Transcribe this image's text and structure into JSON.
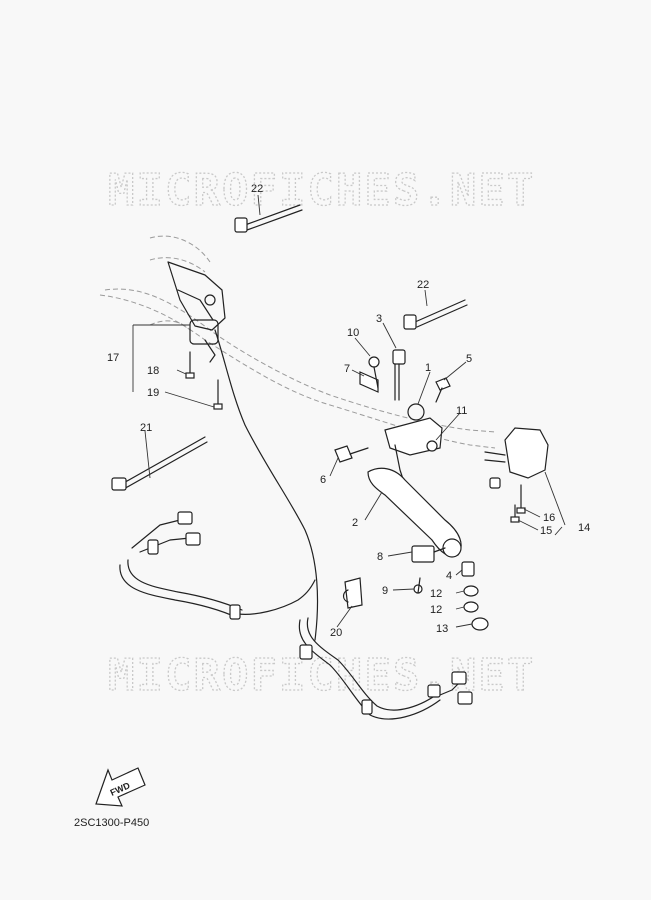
{
  "watermark": "MICROFICHES.NET",
  "diagram_code": "2SC1300-P450",
  "fwd_label": "FWD",
  "callouts": {
    "c1": "1",
    "c2": "2",
    "c3": "3",
    "c4": "4",
    "c5": "5",
    "c6": "6",
    "c7": "7",
    "c8": "8",
    "c9": "9",
    "c10": "10",
    "c11": "11",
    "c12a": "12",
    "c12b": "12",
    "c13": "13",
    "c14": "14",
    "c15": "15",
    "c16": "16",
    "c17": "17",
    "c18": "18",
    "c19": "19",
    "c20": "20",
    "c21": "21",
    "c22a": "22",
    "c22b": "22"
  }
}
